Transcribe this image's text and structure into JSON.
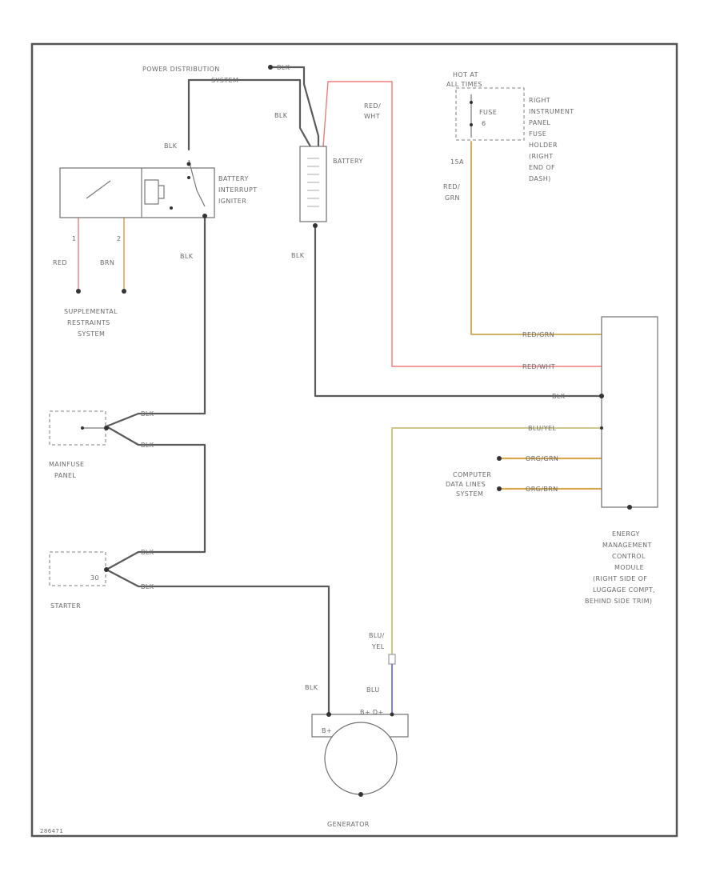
{
  "labels": {
    "power_distribution": [
      "POWER DISTRIBUTION",
      "SYSTEM"
    ],
    "pd_wire": "BLK",
    "blk_top_mid": "BLK",
    "red_wht_top": [
      "RED/",
      "WHT"
    ],
    "blk_to_interrupt": "BLK",
    "battery": "BATTERY",
    "interrupt_igniter": [
      "BATTERY",
      "INTERRUPT",
      "IGNITER"
    ],
    "pin1": "1",
    "pin2": "2",
    "red_pin1": "RED",
    "brn_pin2": "BRN",
    "blk_interrupt_down": "BLK",
    "blk_battery_down": "BLK",
    "supplemental": [
      "SUPPLEMENTAL",
      "RESTRAINTS",
      "SYSTEM"
    ],
    "hot_at": [
      "HOT AT",
      "ALL TIMES"
    ],
    "fuse": [
      "FUSE",
      "6"
    ],
    "fuse_holder": [
      "RIGHT",
      "INSTRUMENT",
      "PANEL",
      "FUSE",
      "HOLDER",
      "(RIGHT",
      "END OF",
      "DASH)"
    ],
    "fuse_rating": "15A",
    "red_grn": [
      "RED/",
      "GRN"
    ],
    "ems_w1": "RED/GRN",
    "ems_w2": "RED/WHT",
    "ems_w3": "BLK",
    "ems_w4": "BLU/YEL",
    "ems_w5": "ORG/GRN",
    "ems_w6": "ORG/BRN",
    "computer_data": [
      "COMPUTER",
      "DATA LINES",
      "SYSTEM"
    ],
    "ems_module": [
      "ENERGY",
      "MANAGEMENT",
      "CONTROL",
      "MODULE",
      "(RIGHT SIDE OF",
      "LUGGAGE COMPT,",
      "BEHIND SIDE TRIM)"
    ],
    "mainfuse_blk1": "BLK",
    "mainfuse_blk2": "BLK",
    "mainfuse_panel": [
      "MAINFUSE",
      "PANEL"
    ],
    "starter_blk1": "BLK",
    "starter_blk2": "BLK",
    "starter_pin": "30",
    "starter": "STARTER",
    "blu_yel_gen": [
      "BLU/",
      "YEL"
    ],
    "blu_gen": "BLU",
    "blk_gen": "BLK",
    "gen_b_plus": "B+",
    "gen_terminals": "B+ D+",
    "generator": "GENERATOR",
    "figure_id": "286471"
  },
  "colors": {
    "blk_wire": "#5a5a5a",
    "red_wire": "#f07a7a",
    "brn_wire": "#d9b070",
    "red_grn_wire": "#c9a84e",
    "blu_yel_wire": "#c9c07a",
    "org_wire": "#d8a850",
    "blu_wire": "#7070e8"
  }
}
